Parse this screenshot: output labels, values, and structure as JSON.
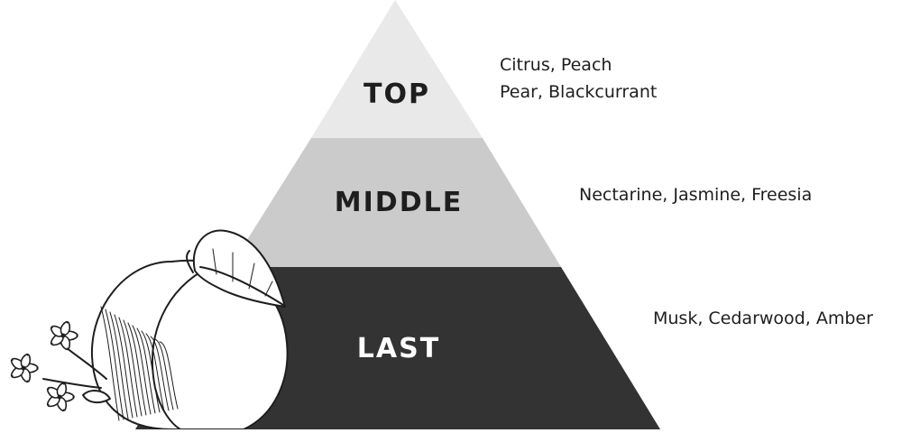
{
  "pyramid": {
    "tiers": [
      {
        "label": "TOP",
        "notes": [
          "Citrus, Peach",
          "Pear, Blackcurrant"
        ],
        "fill": "#e9e9e9",
        "text_color": "#1e1e1e"
      },
      {
        "label": "MIDDLE",
        "notes": [
          "Nectarine, Jasmine, Freesia"
        ],
        "fill": "#cbcbcb",
        "text_color": "#1e1e1e"
      },
      {
        "label": "LAST",
        "notes": [
          "Musk, Cedarwood, Amber"
        ],
        "fill": "#333333",
        "text_color": "#ffffff"
      }
    ]
  },
  "illustration": {
    "subject": "peach-with-flowers",
    "colors": {
      "ink": "#1e1e1e",
      "paper": "#ffffff"
    }
  }
}
